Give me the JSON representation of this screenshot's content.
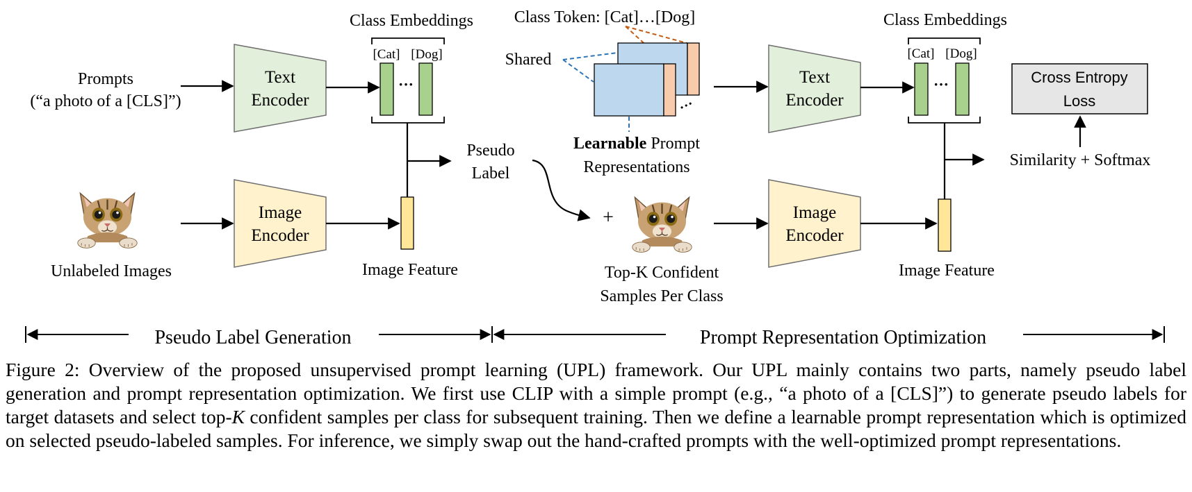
{
  "figure": {
    "left": {
      "class_embeddings_title": "Class Embeddings",
      "cat_label": "[Cat]",
      "dog_label": "[Dog]",
      "ellipsis": "···",
      "prompts_line1": "Prompts",
      "prompts_line2": "(“a photo of a [CLS]”)",
      "text_encoder_line1": "Text",
      "text_encoder_line2": "Encoder",
      "image_encoder_line1": "Image",
      "image_encoder_line2": "Encoder",
      "unlabeled_images": "Unlabeled Images",
      "image_feature": "Image Feature"
    },
    "pseudo_label_line1": "Pseudo",
    "pseudo_label_line2": "Label",
    "prompt_block": {
      "class_token": "Class Token: [Cat]…[Dog]",
      "shared": "Shared",
      "learnable_bold": "Learnable",
      "learnable_rest": " Prompt",
      "representations": "Representations",
      "ellipsis": "···"
    },
    "samples": {
      "plus": "+",
      "line1": "Top-K Confident",
      "line2": "Samples Per Class"
    },
    "right": {
      "class_embeddings_title": "Class Embeddings",
      "cat_label": "[Cat]",
      "dog_label": "[Dog]",
      "ellipsis": "···",
      "text_encoder_line1": "Text",
      "text_encoder_line2": "Encoder",
      "image_encoder_line1": "Image",
      "image_encoder_line2": "Encoder",
      "image_feature": "Image Feature",
      "loss_line1": "Cross Entropy",
      "loss_line2": "Loss",
      "similarity": "Similarity + Softmax"
    },
    "stages": {
      "stage1": "Pseudo Label Generation",
      "stage2": "Prompt Representation Optimization"
    },
    "colors": {
      "text_encoder_fill": "#e2efda",
      "image_encoder_fill": "#fff2cc",
      "embedding_fill": "#a9d18e",
      "feature_fill": "#ffe699",
      "prompt_fill": "#bdd7ee",
      "token_fill": "#f8cbad",
      "shared_line": "#2e75b6",
      "token_line": "#c55a11",
      "loss_fill": "#e7e6e6"
    }
  },
  "caption": {
    "p1": "Figure 2: Overview of the proposed unsupervised prompt learning (UPL) framework. Our UPL mainly contains two parts, namely pseudo label generation and prompt representation optimization. We first use CLIP with a simple prompt (e.g., “a photo of a [CLS]”) to generate pseudo labels for target datasets and select top-",
    "k": "K",
    "p2": " confident samples per class for subsequent training. Then we define a learnable prompt representation which is optimized on selected pseudo-labeled samples. For inference, we simply swap out the hand-crafted prompts with the well-optimized prompt representations."
  }
}
